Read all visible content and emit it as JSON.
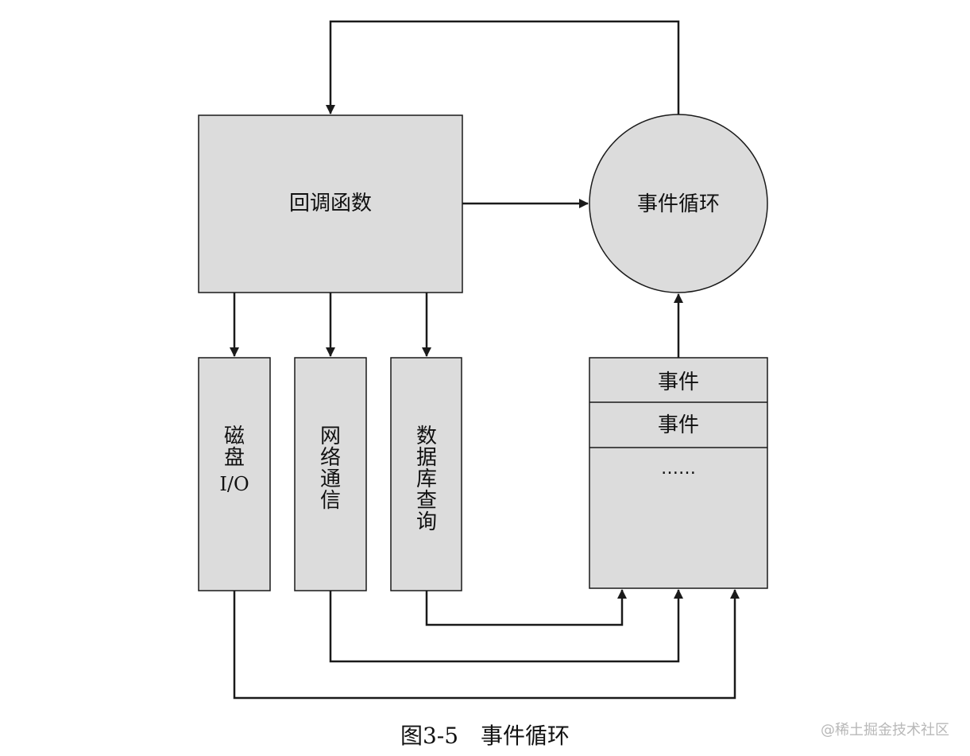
{
  "colors": {
    "box_fill": "#dcdcdc",
    "stroke": "#1a1a1a",
    "background": "#ffffff",
    "watermark": "#b8b8b8"
  },
  "nodes": {
    "callback": "回调函数",
    "event_loop": "事件循环",
    "disk_io": [
      "磁",
      "盘",
      "I/O"
    ],
    "network": [
      "网",
      "络",
      "通",
      "信"
    ],
    "db_query": [
      "数",
      "据",
      "库",
      "查",
      "询"
    ],
    "event_queue": [
      "事件",
      "事件",
      "……"
    ]
  },
  "caption": "图3-5　事件循环",
  "watermark": "@稀土掘金技术社区"
}
